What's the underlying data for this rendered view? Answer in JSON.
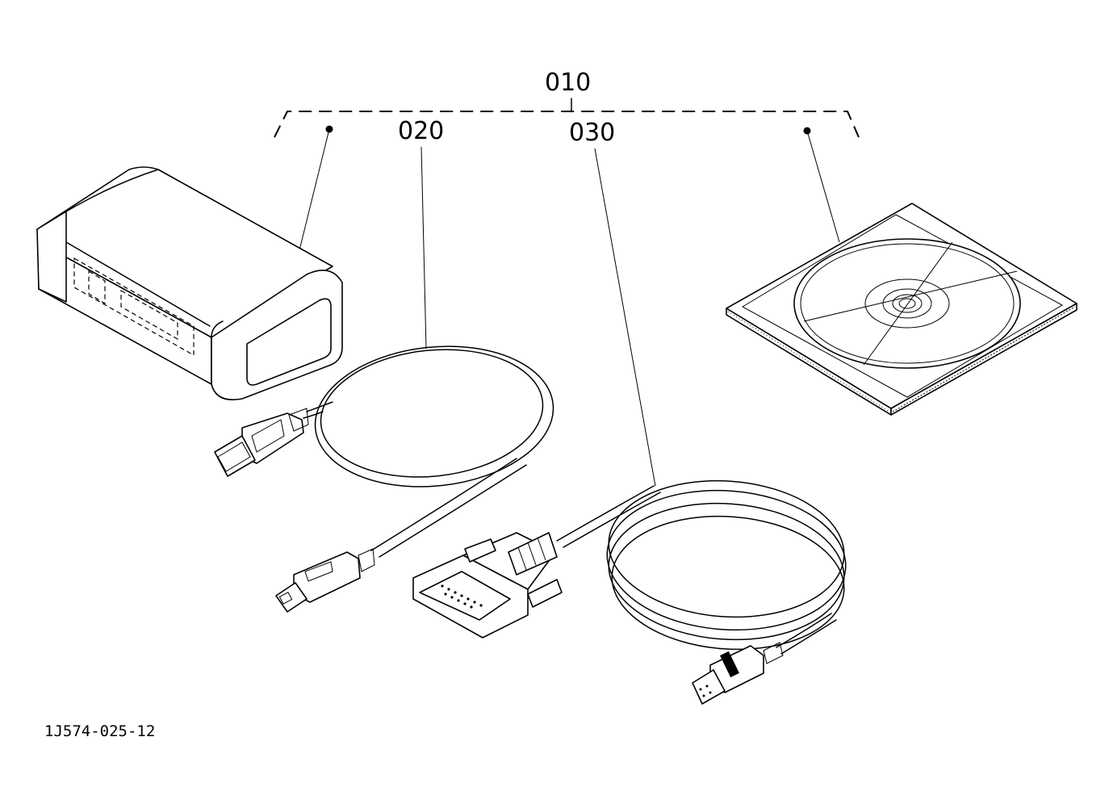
{
  "callouts": {
    "set": "010",
    "cable_usb": "020",
    "cable_serial": "030"
  },
  "figure_id": "1J574-025-12",
  "colors": {
    "ink": "#000000",
    "paper": "#ffffff"
  },
  "parts": [
    {
      "callout": "010",
      "name": "interface-box"
    },
    {
      "callout": "010",
      "name": "software-cd"
    },
    {
      "callout": "020",
      "name": "usb-cable"
    },
    {
      "callout": "030",
      "name": "serial-adapter-cable"
    }
  ]
}
